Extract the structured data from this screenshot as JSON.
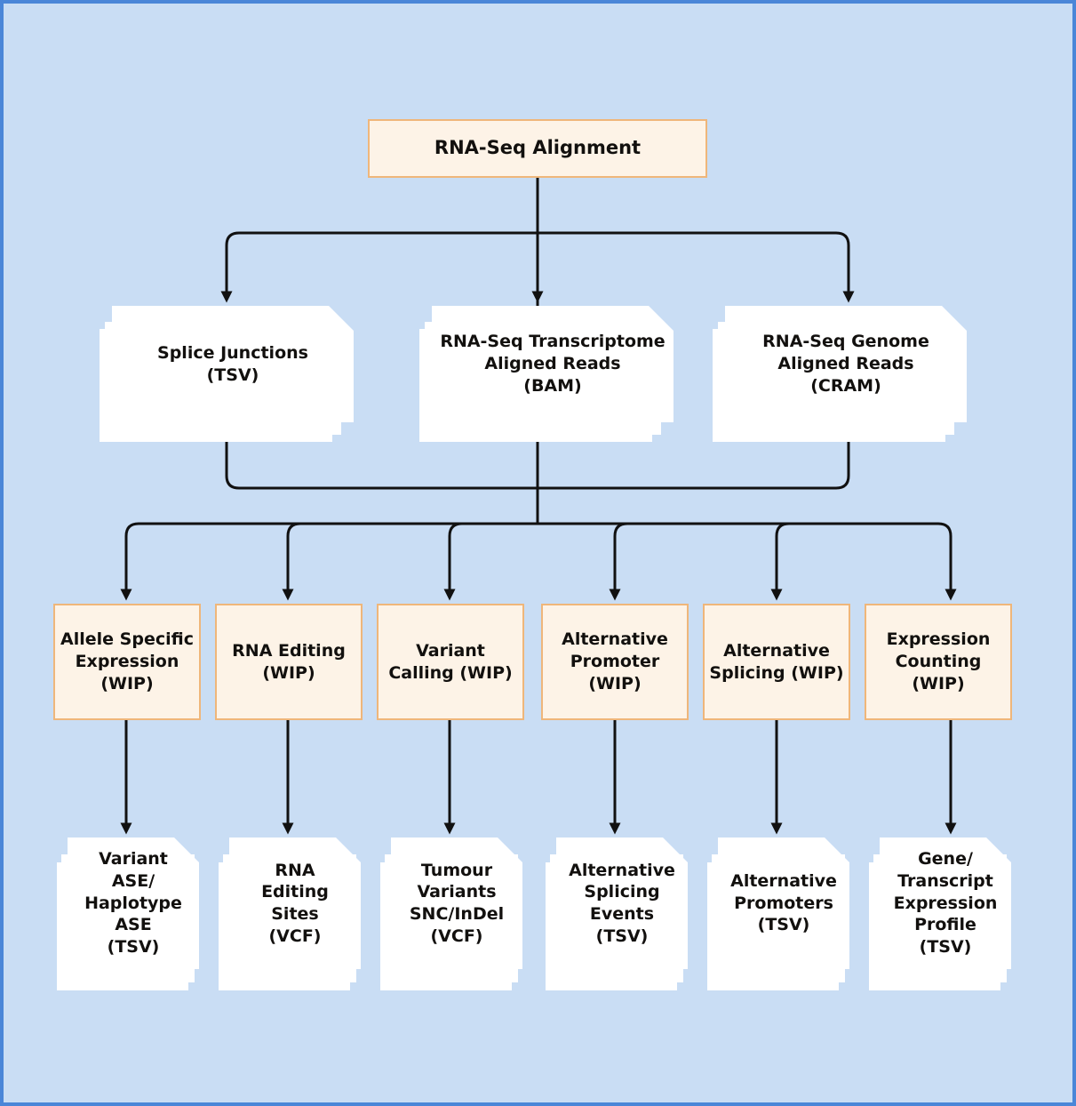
{
  "diagram": {
    "title_node": {
      "label": "RNA-Seq Alignment",
      "type": "process"
    },
    "colors": {
      "background": "#c9ddf4",
      "frame_border": "#4a86d8",
      "process_fill": "#fdf3e7",
      "process_border": "#efb67a",
      "document_fill": "#ffffff",
      "connector": "#111111",
      "text": "#12100e"
    },
    "row_alignments": [
      {
        "id": "splice-junctions",
        "label": "Splice Junctions\n(TSV)",
        "type": "document"
      },
      {
        "id": "transcriptome-bam",
        "label": "RNA-Seq Transcriptome\nAligned Reads\n(BAM)",
        "type": "document"
      },
      {
        "id": "genome-cram",
        "label": "RNA-Seq Genome\nAligned Reads\n(CRAM)",
        "type": "document"
      }
    ],
    "row_processes": [
      {
        "id": "allele-specific-expression",
        "label": "Allele Specific\nExpression\n(WIP)",
        "type": "process"
      },
      {
        "id": "rna-editing",
        "label": "RNA Editing\n(WIP)",
        "type": "process"
      },
      {
        "id": "variant-calling",
        "label": "Variant\nCalling (WIP)",
        "type": "process"
      },
      {
        "id": "alternative-promoter",
        "label": "Alternative\nPromoter\n(WIP)",
        "type": "process"
      },
      {
        "id": "alternative-splicing",
        "label": "Alternative\nSplicing (WIP)",
        "type": "process"
      },
      {
        "id": "expression-counting",
        "label": "Expression\nCounting\n(WIP)",
        "type": "process"
      }
    ],
    "row_outputs": [
      {
        "id": "variant-ase",
        "label": "Variant ASE/\nHaplotype\nASE\n(TSV)",
        "type": "document"
      },
      {
        "id": "rna-editing-sites",
        "label": "RNA\nEditing\nSites\n(VCF)",
        "type": "document"
      },
      {
        "id": "tumour-variants",
        "label": "Tumour\nVariants\nSNC/InDel\n(VCF)",
        "type": "document"
      },
      {
        "id": "alternative-splicing-events",
        "label": "Alternative\nSplicing\nEvents\n(TSV)",
        "type": "document"
      },
      {
        "id": "alternative-promoters",
        "label": "Alternative\nPromoters\n(TSV)",
        "type": "document"
      },
      {
        "id": "gene-transcript-expression",
        "label": "Gene/\nTranscript\nExpression\nProfile\n(TSV)",
        "type": "document"
      }
    ]
  }
}
